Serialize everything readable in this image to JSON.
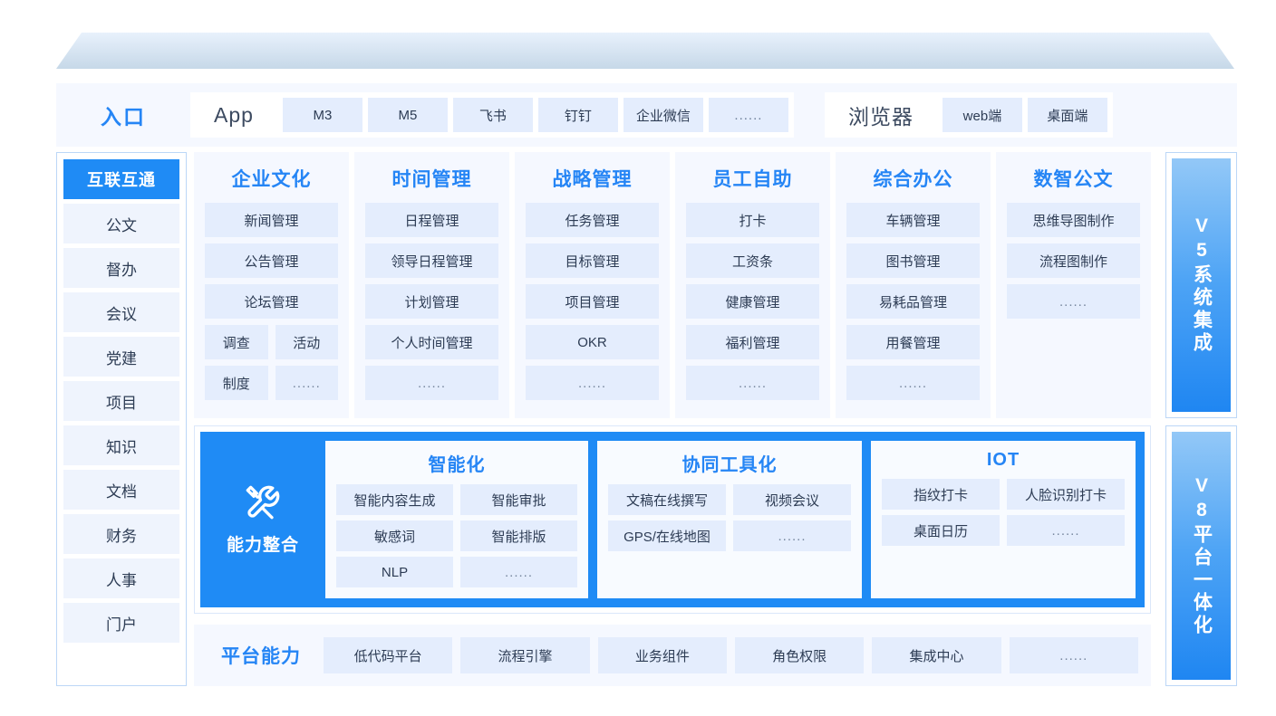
{
  "entry": {
    "title": "入口",
    "groups": [
      {
        "head": "App",
        "chips": [
          "M3",
          "M5",
          "飞书",
          "钉钉",
          "企业微信",
          "......"
        ]
      },
      {
        "head": "浏览器",
        "chips": [
          "web端",
          "桌面端"
        ]
      }
    ]
  },
  "sidebar": {
    "items": [
      {
        "label": "互联互通",
        "active": true
      },
      {
        "label": "公文",
        "active": false
      },
      {
        "label": "督办",
        "active": false
      },
      {
        "label": "会议",
        "active": false
      },
      {
        "label": "党建",
        "active": false
      },
      {
        "label": "项目",
        "active": false
      },
      {
        "label": "知识",
        "active": false
      },
      {
        "label": "文档",
        "active": false
      },
      {
        "label": "财务",
        "active": false
      },
      {
        "label": "人事",
        "active": false
      },
      {
        "label": "门户",
        "active": false
      }
    ]
  },
  "modules": [
    {
      "title": "企业文化",
      "rows": [
        [
          "新闻管理"
        ],
        [
          "公告管理"
        ],
        [
          "论坛管理"
        ],
        [
          "调查",
          "活动"
        ],
        [
          "制度",
          "......"
        ]
      ]
    },
    {
      "title": "时间管理",
      "rows": [
        [
          "日程管理"
        ],
        [
          "领导日程管理"
        ],
        [
          "计划管理"
        ],
        [
          "个人时间管理"
        ],
        [
          "......"
        ]
      ]
    },
    {
      "title": "战略管理",
      "rows": [
        [
          "任务管理"
        ],
        [
          "目标管理"
        ],
        [
          "项目管理"
        ],
        [
          "OKR"
        ],
        [
          "......"
        ]
      ]
    },
    {
      "title": "员工自助",
      "rows": [
        [
          "打卡"
        ],
        [
          "工资条"
        ],
        [
          "健康管理"
        ],
        [
          "福利管理"
        ],
        [
          "......"
        ]
      ]
    },
    {
      "title": "综合办公",
      "rows": [
        [
          "车辆管理"
        ],
        [
          "图书管理"
        ],
        [
          "易耗品管理"
        ],
        [
          "用餐管理"
        ],
        [
          "......"
        ]
      ]
    },
    {
      "title": "数智公文",
      "rows": [
        [
          "思维导图制作"
        ],
        [
          "流程图制作"
        ],
        [
          "......"
        ]
      ]
    }
  ],
  "vertical_panels": [
    {
      "text": "V5系统集成"
    },
    {
      "text": "V8平台一体化"
    }
  ],
  "capability": {
    "left_label": "能力整合",
    "left_icon": "tools-icon",
    "boxes": [
      {
        "title": "智能化",
        "rows": [
          [
            "智能内容生成",
            "智能审批"
          ],
          [
            "敏感词",
            "智能排版"
          ],
          [
            "NLP",
            "......"
          ]
        ]
      },
      {
        "title": "协同工具化",
        "rows": [
          [
            "文稿在线撰写",
            "视频会议"
          ],
          [
            "GPS/在线地图",
            "......"
          ]
        ]
      },
      {
        "title": "IOT",
        "rows": [
          [
            "指纹打卡",
            "人脸识别打卡"
          ],
          [
            "桌面日历",
            "......"
          ]
        ]
      }
    ]
  },
  "platform": {
    "title": "平台能力",
    "chips": [
      "低代码平台",
      "流程引擎",
      "业务组件",
      "角色权限",
      "集成中心",
      "......"
    ]
  },
  "colors": {
    "accent": "#2585f5",
    "accent_strong": "#1f8bf5",
    "chip_bg": "#e4edfd",
    "panel_bg": "#f5f8ff",
    "border": "#bcd7f7"
  }
}
